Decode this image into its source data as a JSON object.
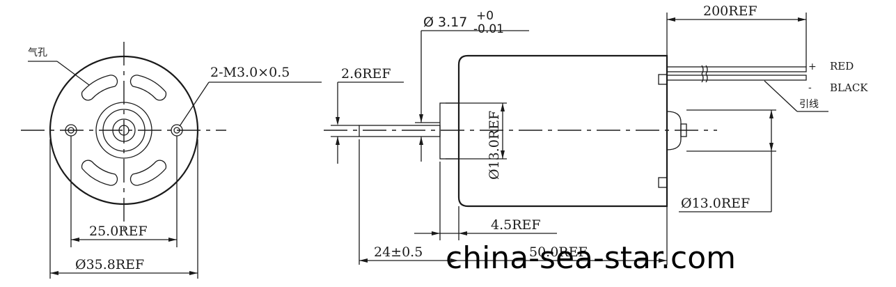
{
  "front_view": {
    "vent_label": "气孔",
    "screw_label": "2-M3.0×0.5",
    "hole_spacing": "25.0REF",
    "outer_diameter": "Ø35.8REF"
  },
  "side_view": {
    "shaft_diameter_main": "Ø 3.17",
    "shaft_tol_upper": "+0",
    "shaft_tol_lower": "-0.01",
    "shaft_flat": "2.6REF",
    "boss_diameter": "Ø13.0REF",
    "rear_boss_diameter": "Ø13.0REF",
    "boss_length": "4.5REF",
    "shaft_length": "24±0.5",
    "body_length": "50.0REF",
    "lead_length": "200REF",
    "plus_sign": "+",
    "minus_sign": "-",
    "red_label": "RED",
    "black_label": "BLACK",
    "lead_label": "引线"
  },
  "watermark": "china-sea-star.com"
}
